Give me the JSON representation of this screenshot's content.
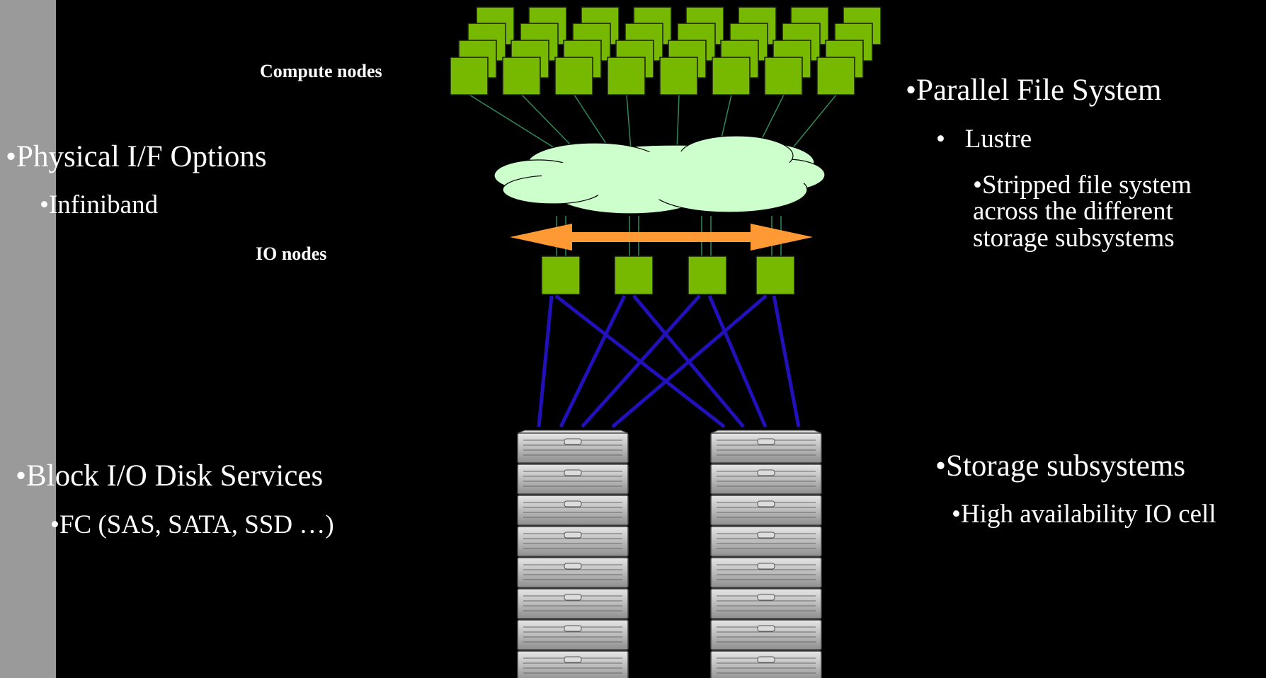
{
  "labels": {
    "compute_nodes": "Compute nodes",
    "io_nodes": "IO nodes"
  },
  "left": {
    "physical_title": "•Physical I/F Options",
    "physical_item": "•Infiniband",
    "block_title": "•Block I/O Disk Services",
    "block_item": "•FC (SAS, SATA, SSD …)"
  },
  "right": {
    "pfs_title": "•Parallel File System",
    "pfs_item": "•   Lustre",
    "pfs_detail_1": "•Stripped file system",
    "pfs_detail_2": "across the different",
    "pfs_detail_3": "storage subsystems",
    "storage_title": "•Storage subsystems",
    "storage_item": "•High availability IO cell"
  },
  "colors": {
    "background": "#000000",
    "sidebar": "#9a9a9a",
    "node_green": "#76b900",
    "cloud": "#ccffcc",
    "arrow": "#ff9933",
    "link_blue": "#2211bb",
    "link_green": "#2e8b57"
  },
  "icons": {
    "compute_node": "green-square-node-icon",
    "network_cloud": "cloud-icon",
    "io_node": "green-square-node-icon",
    "storage_array": "storage-enclosure-icon"
  }
}
